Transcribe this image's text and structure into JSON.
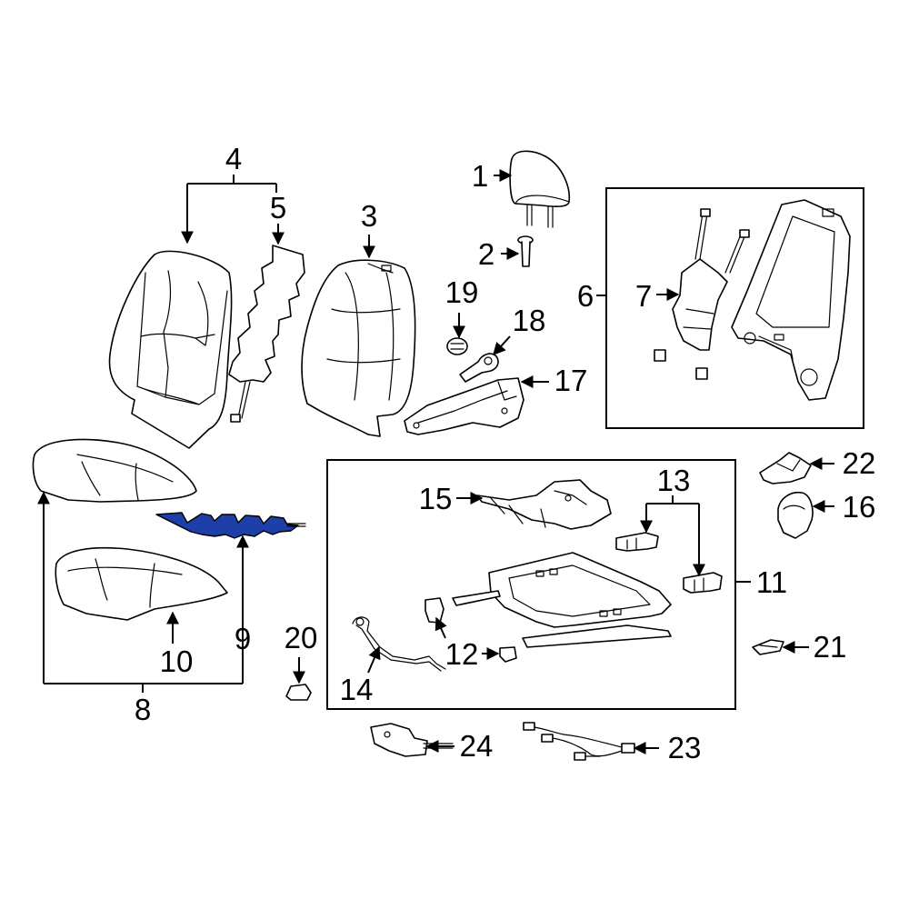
{
  "diagram": {
    "highlight_color": "#1f3fa8",
    "callouts": [
      {
        "id": "1",
        "label": "1"
      },
      {
        "id": "2",
        "label": "2"
      },
      {
        "id": "3",
        "label": "3"
      },
      {
        "id": "4",
        "label": "4"
      },
      {
        "id": "5",
        "label": "5"
      },
      {
        "id": "6",
        "label": "6"
      },
      {
        "id": "7",
        "label": "7"
      },
      {
        "id": "8",
        "label": "8"
      },
      {
        "id": "9",
        "label": "9"
      },
      {
        "id": "10",
        "label": "10"
      },
      {
        "id": "11",
        "label": "11"
      },
      {
        "id": "12",
        "label": "12"
      },
      {
        "id": "13",
        "label": "13"
      },
      {
        "id": "14",
        "label": "14"
      },
      {
        "id": "15",
        "label": "15"
      },
      {
        "id": "16",
        "label": "16"
      },
      {
        "id": "17",
        "label": "17"
      },
      {
        "id": "18",
        "label": "18"
      },
      {
        "id": "19",
        "label": "19"
      },
      {
        "id": "20",
        "label": "20"
      },
      {
        "id": "21",
        "label": "21"
      },
      {
        "id": "22",
        "label": "22"
      },
      {
        "id": "23",
        "label": "23"
      },
      {
        "id": "24",
        "label": "24"
      }
    ]
  }
}
